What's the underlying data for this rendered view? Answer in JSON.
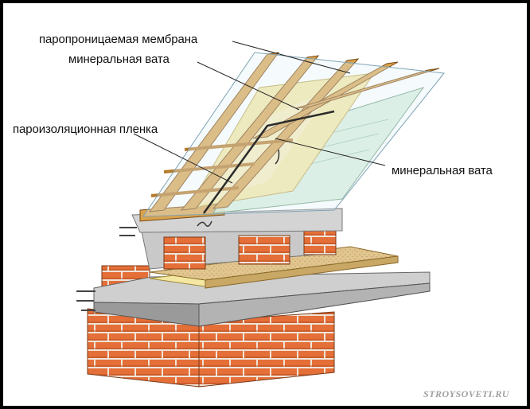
{
  "labels": {
    "membrane": "паропроницаемая мембрана",
    "wool_outer": "минеральная вата",
    "vapor_film": "пароизоляционная пленка",
    "wool_inner": "минеральная вата"
  },
  "watermark": "STROYSOVETI.RU",
  "colors": {
    "wood": "#d8a24e",
    "wood_dark": "#a86a1e",
    "wool": "#f3e7a2",
    "film": "#d2ecd8",
    "concrete": "#c9c9c9",
    "concrete_dark": "#8d8d8d",
    "brick": "#e56f38",
    "mortar": "#f0e4d8",
    "screed": "#e1c690"
  }
}
